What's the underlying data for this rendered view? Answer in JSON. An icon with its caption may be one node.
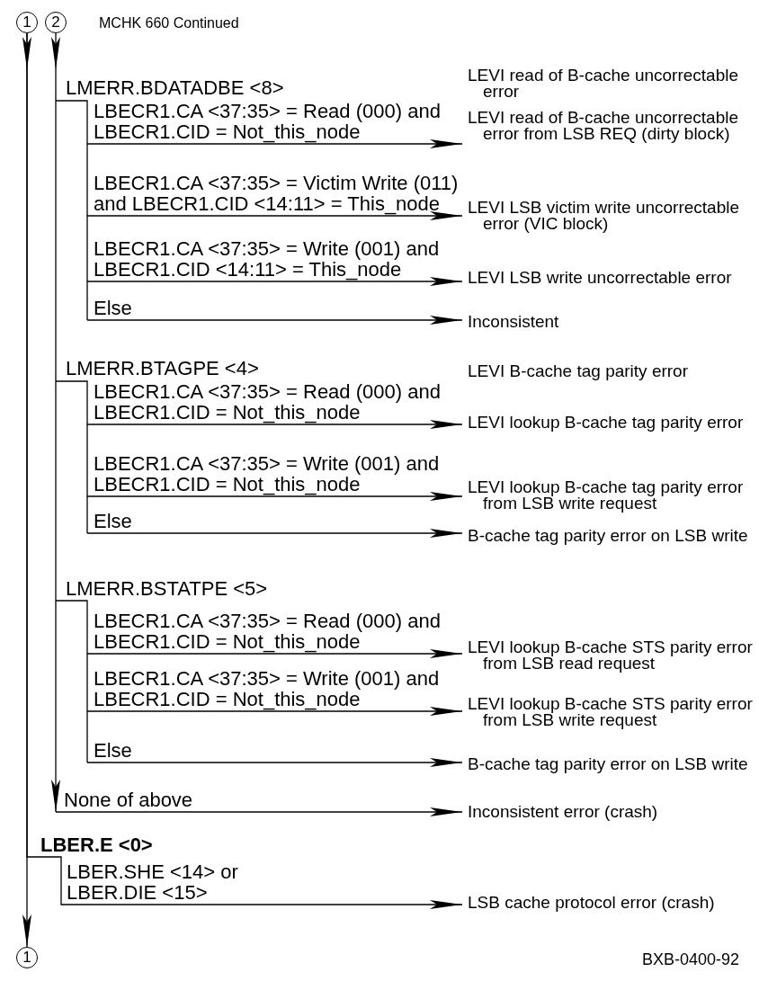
{
  "diagram": {
    "title": "MCHK 660 Continued",
    "nodes": [
      {
        "text": [
          "1"
        ]
      },
      {
        "text": [
          "2"
        ]
      },
      {
        "text": [
          "LMERR.BDATADBE <8>"
        ]
      },
      {
        "text": [
          "LBECR1.CA <37:35> = Read (000) and LBECR1.CID = Not_this_node"
        ]
      },
      {
        "text": [
          "LEVI read of B-cache uncorrectable error from LSB REQ (dirty block)"
        ]
      },
      {
        "text": [
          "LBECR1.CA <37:35> = Victim Write (011) and LBECR1.CID <14:11> = This_node"
        ]
      },
      {
        "text": [
          "LEVI LSB victim write uncorrectable error (VIC block)"
        ]
      },
      {
        "text": [
          "LBECR1.CA <37:35> = Write (001) and LBECR1.CID <14:11> = This_node"
        ]
      },
      {
        "text": [
          "LEVI LSB write uncorrectable error"
        ]
      },
      {
        "text": [
          "Else"
        ]
      },
      {
        "text": [
          "Inconsistent"
        ]
      },
      {
        "text": [
          "LMERR.BTAGPE <4>"
        ]
      },
      {
        "text": [
          "LBECR1.CA <37:35> = Read (000) and LBECR1.CID = Not_this_node"
        ]
      },
      {
        "text": [
          "LEVI lookup B-cache tag parity error"
        ]
      },
      {
        "text": [
          "LBECR1.CA <37:35> = Write (001) and LBECR1.CID = Not_this_node"
        ]
      },
      {
        "text": [
          "LEVI lookup B-cache tag parity error from LSB write request"
        ]
      },
      {
        "text": [
          "Else"
        ]
      },
      {
        "text": [
          "B-cache tag parity error on LSB write"
        ]
      },
      {
        "text": [
          "LMERR.BSTATPE <5>"
        ]
      },
      {
        "text": [
          "LBECR1.CA <37:35> = Read (000) and LBECR1.CID = Not_this_node"
        ]
      },
      {
        "text": [
          "LEVI lookup B-cache STS parity error from LSB read request"
        ]
      },
      {
        "text": [
          "LBECR1.CA <37:35> = Write (001) and LBECR1.CID = Not_this_node"
        ]
      },
      {
        "text": [
          "LEVI lookup B-cache STS parity error from LSB write request"
        ]
      },
      {
        "text": [
          "Else"
        ]
      },
      {
        "text": [
          "B-cache tag parity error on LSB write"
        ]
      },
      {
        "text": [
          "None of above"
        ]
      },
      {
        "text": [
          "Inconsistent error (crash)"
        ]
      },
      {
        "text": [
          "LBER.E <0>"
        ]
      },
      {
        "text": [
          "LBER.SHE <14> or LBER.DIE <15>"
        ]
      },
      {
        "text": [
          "LSB cache protocol error (crash)"
        ]
      },
      {
        "text": [
          "1"
        ]
      }
    ],
    "edges": [
      {
        "from": 0,
        "to": 30,
        "arrow": "to"
      },
      {
        "from": 1,
        "to": 25,
        "arrow": "to"
      },
      {
        "from": 3,
        "to": 4,
        "arrow": "to"
      },
      {
        "from": 5,
        "to": 6,
        "arrow": "to"
      },
      {
        "from": 7,
        "to": 8,
        "arrow": "to"
      },
      {
        "from": 9,
        "to": 10,
        "arrow": "to"
      },
      {
        "from": 12,
        "to": 13,
        "arrow": "to"
      },
      {
        "from": 14,
        "to": 15,
        "arrow": "to"
      },
      {
        "from": 16,
        "to": 17,
        "arrow": "to"
      },
      {
        "from": 19,
        "to": 20,
        "arrow": "to"
      },
      {
        "from": 21,
        "to": 22,
        "arrow": "to"
      },
      {
        "from": 23,
        "to": 24,
        "arrow": "to"
      },
      {
        "from": 25,
        "to": 26,
        "arrow": "to"
      },
      {
        "from": 0,
        "to": 28,
        "arrow": "none"
      },
      {
        "from": 28,
        "to": 29,
        "arrow": "to"
      }
    ],
    "labels": [
      "LEVI read of B-cache uncorrectable error",
      "LEVI B-cache tag parity error",
      "BXB-0400-92"
    ]
  }
}
